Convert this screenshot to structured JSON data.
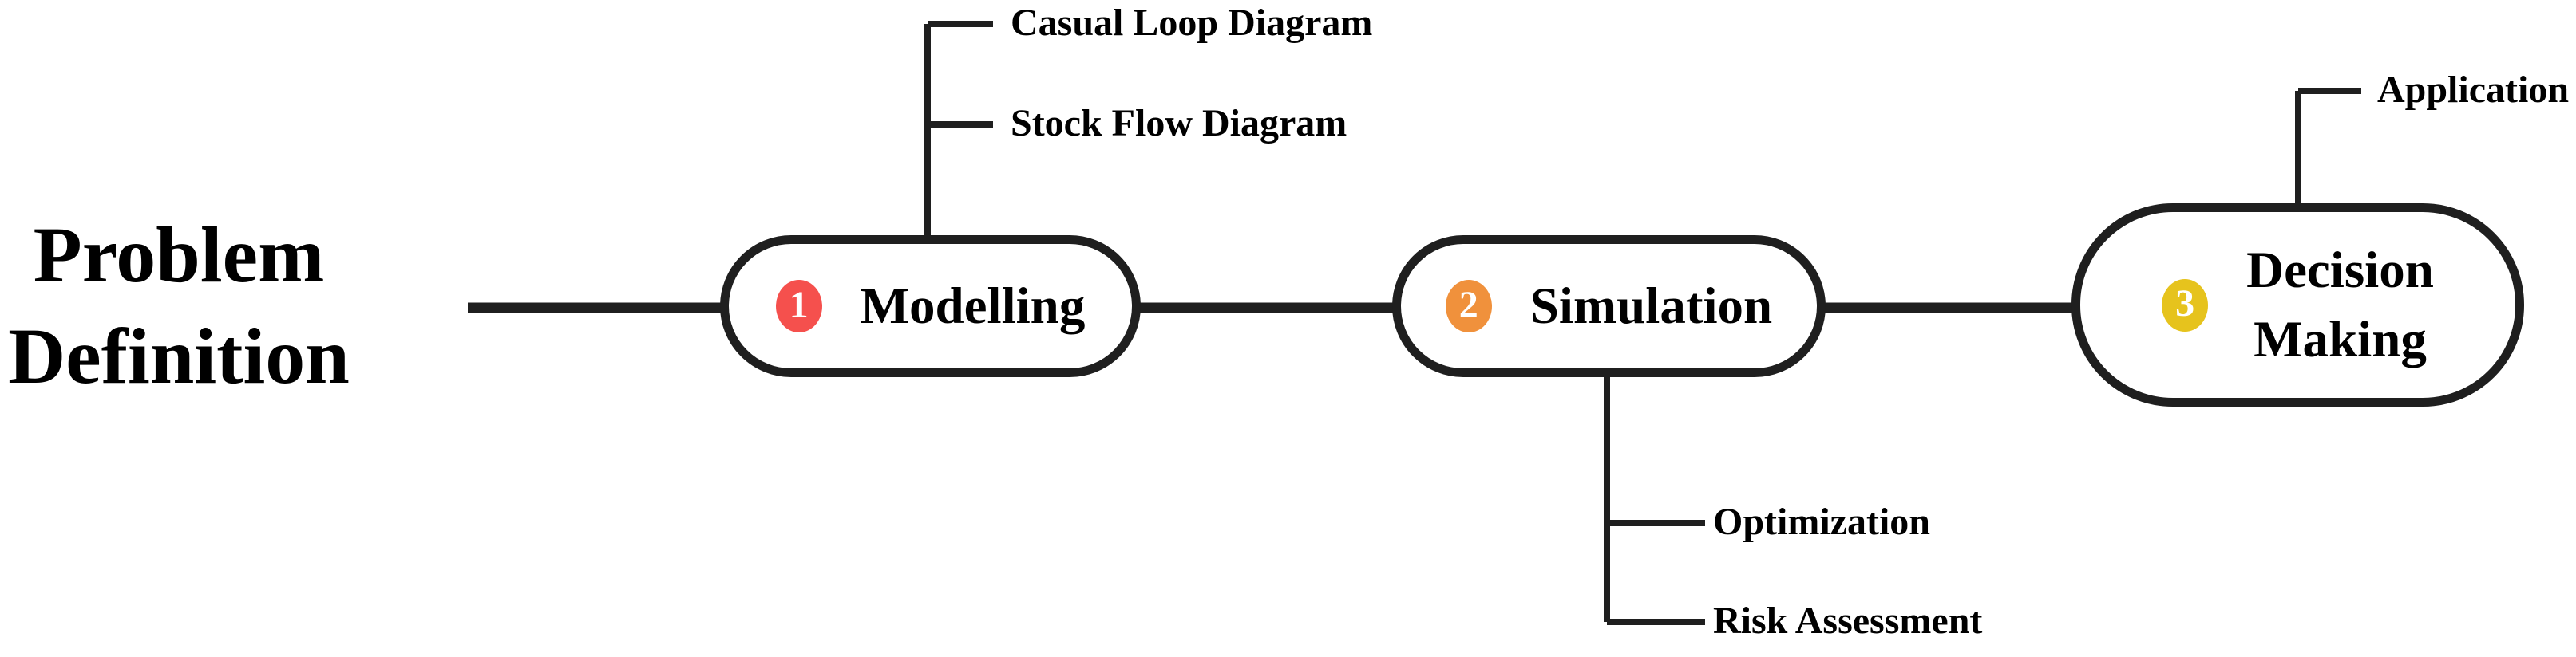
{
  "diagram": {
    "root": {
      "line1": "Problem",
      "line2": "Definition"
    },
    "steps": [
      {
        "number": "1",
        "label": "Modelling",
        "badge_color": "#f5504d",
        "branches": [
          "Casual Loop Diagram",
          "Stock Flow Diagram"
        ]
      },
      {
        "number": "2",
        "label": "Simulation",
        "badge_color": "#f0913c",
        "branches": [
          "Optimization",
          "Risk Assessment"
        ]
      },
      {
        "number": "3",
        "label": "Decision Making",
        "label_line1": "Decision",
        "label_line2": "Making",
        "badge_color": "#e6c31d",
        "branches": [
          "Application"
        ]
      }
    ],
    "colors": {
      "line": "#1f1f1f",
      "text": "#000000",
      "node_border": "#1f1f1f",
      "node_background": "#ffffff",
      "badge_number_color": "#ffffff"
    }
  }
}
